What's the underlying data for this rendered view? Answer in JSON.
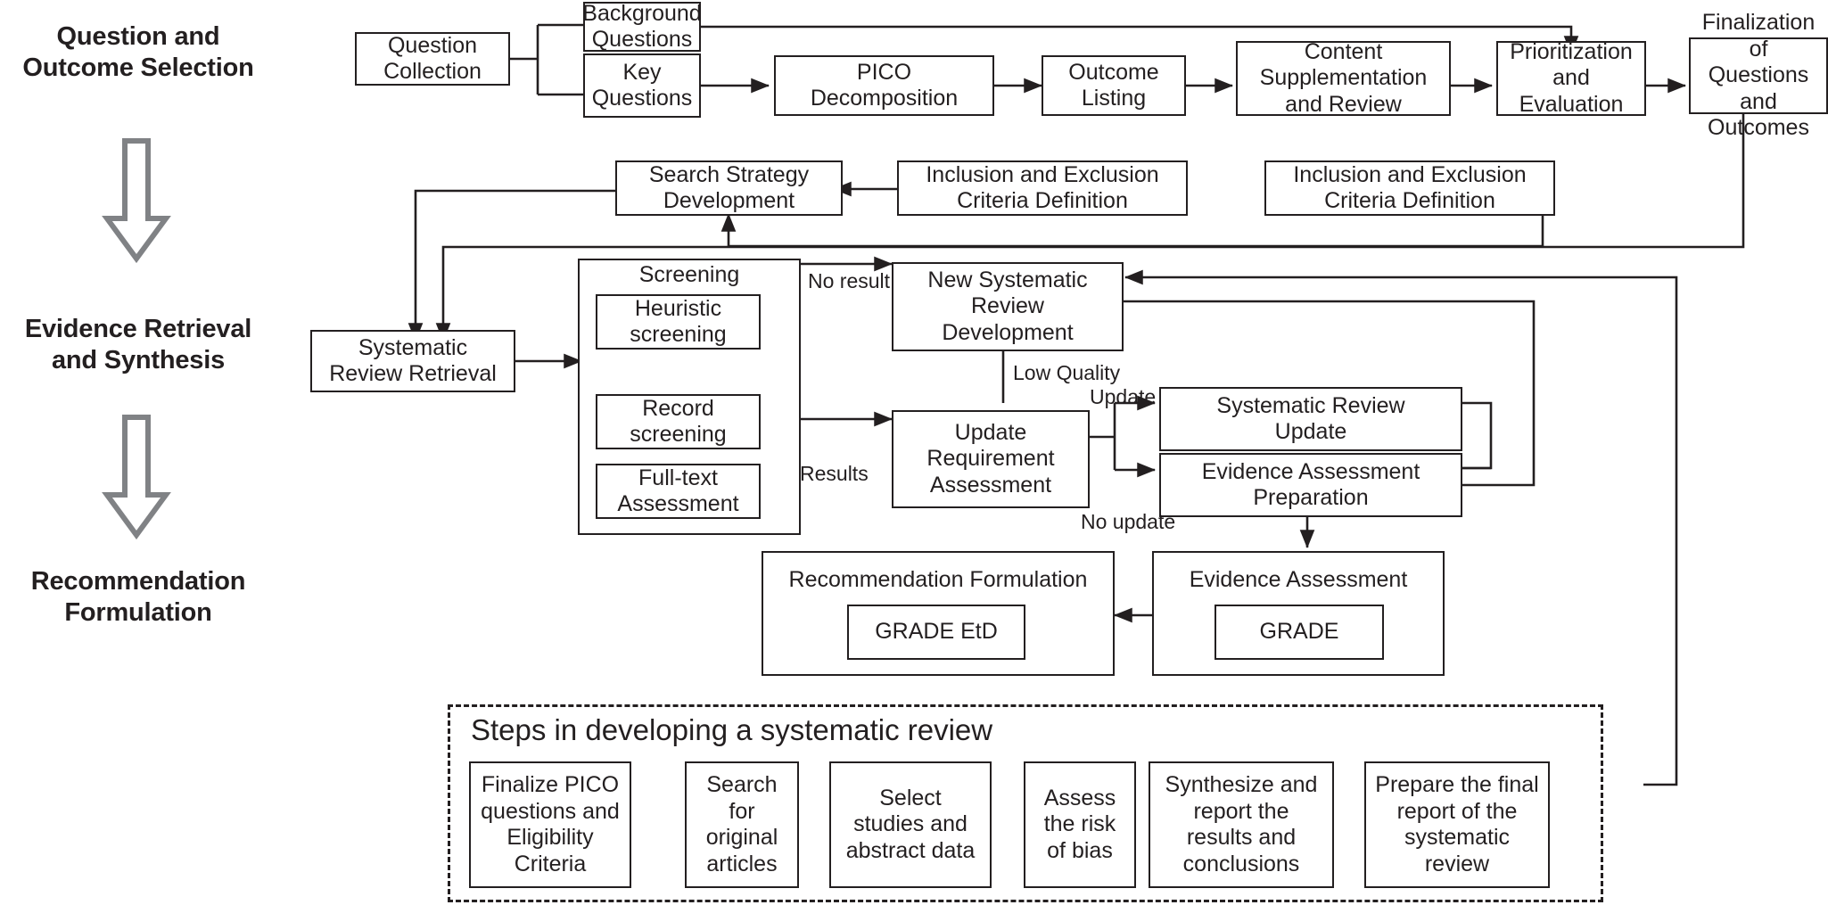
{
  "figure": {
    "type": "flowchart",
    "title": "Clinical practice guideline development workflow"
  },
  "stages": [
    {
      "id": "stage-question",
      "label_line1": "Question and",
      "label_line2": "Outcome Selection"
    },
    {
      "id": "stage-evidence",
      "label_line1": "Evidence Retrieval",
      "label_line2": "and Synthesis"
    },
    {
      "id": "stage-recommendation",
      "label_line1": "Recommendation",
      "label_line2": "Formulation"
    }
  ],
  "nodes": {
    "question_collection": "Question\nCollection",
    "background_questions": "Background\nQuestions",
    "key_questions": "Key\nQuestions",
    "pico_decomposition": "PICO\nDecomposition",
    "outcome_listing": "Outcome\nListing",
    "content_supplementation": "Content\nSupplementation\nand Review",
    "prioritization": "Prioritization\nand\nEvaluation",
    "finalization": "Finalization of\nQuestions and\nOutcomes",
    "search_strategy": "Search Strategy\nDevelopment",
    "inclusion_exclusion_1": "Inclusion and Exclusion\nCriteria Definition",
    "inclusion_exclusion_2": "Inclusion and Exclusion\nCriteria Definition",
    "systematic_review_retrieval": "Systematic\nReview Retrieval",
    "screening_group": "Screening",
    "heuristic_screening": "Heuristic\nscreening",
    "record_screening": "Record\nscreening",
    "fulltext_assessment": "Full-text\nAssessment",
    "new_sr_development": "New Systematic\nReview\nDevelopment",
    "update_requirement": "Update\nRequirement\nAssessment",
    "systematic_review_update": "Systematic Review\nUpdate",
    "evidence_assessment_prep": "Evidence Assessment\nPreparation",
    "evidence_assessment": "Evidence Assessment",
    "grade": "GRADE",
    "recommendation_formulation": "Recommendation Formulation",
    "grade_etd": "GRADE EtD"
  },
  "edge_labels": {
    "no_result": "No result",
    "results": "Results",
    "low_quality": "Low Quality",
    "update": "Update",
    "no_update": "No update"
  },
  "subflow": {
    "title": "Steps in developing a systematic review",
    "steps": [
      "Finalize PICO\nquestions and\nEligibility\nCriteria",
      "Search\nfor\noriginal\narticles",
      "Select\nstudies and\nabstract data",
      "Assess\nthe risk\nof bias",
      "Synthesize and\nreport the\nresults and\nconclusions",
      "Prepare the final\nreport of the\nsystematic\nreview"
    ]
  },
  "colors": {
    "ink": "#231f20",
    "stage_arrow": "#808285",
    "background": "#ffffff"
  }
}
